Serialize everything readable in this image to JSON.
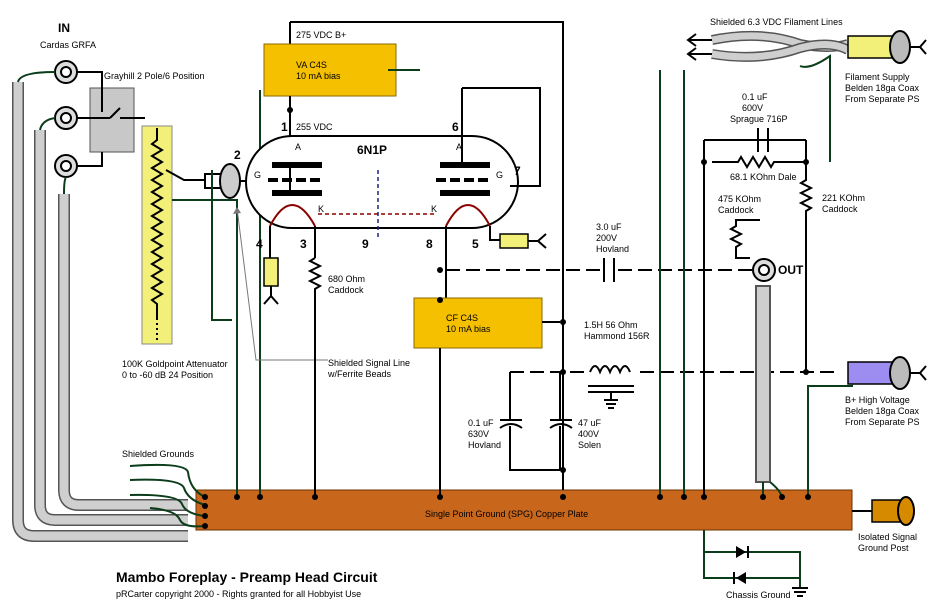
{
  "colors": {
    "plate": "#c8661c",
    "yellow": "#f5c000",
    "attenuator": "#f3f07a",
    "ground_wire": "#0b3d1a",
    "shield": "#c8c8c8"
  },
  "input": {
    "in": "IN",
    "cable": "Cardas GRFA",
    "switch": "Grayhill 2 Pole/6 Position"
  },
  "attenuator": {
    "line1": "100K Goldpoint Attenuator",
    "line2": "0 to -60 dB 24 Position"
  },
  "supply_top": {
    "bplus": "275 VDC B+",
    "block_l1": "VA C4S",
    "block_l2": "10 mA bias"
  },
  "tube": {
    "name": "6N1P",
    "vdc": "255 VDC",
    "anode_a": "A",
    "anode_b": "A",
    "grid_a": "G",
    "grid_b": "G",
    "cathode_a": "K",
    "cathode_b": "K",
    "pins": {
      "p1": "1",
      "p2": "2",
      "p3": "3",
      "p4": "4",
      "p5": "5",
      "p6": "6",
      "p7": "7",
      "p8": "8",
      "p9": "9"
    }
  },
  "resistors": {
    "r680_l1": "680 Ohm",
    "r680_l2": "Caddock",
    "r68k": "68.1 KOhm Dale",
    "r475_l1": "475 KOhm",
    "r475_l2": "Caddock",
    "r221_l1": "221 KOhm",
    "r221_l2": "Caddock"
  },
  "caps": {
    "c01_top_l1": "0.1 uF",
    "c01_top_l2": "600V",
    "c01_top_l3": "Sprague 716P",
    "c3_l1": "3.0 uF",
    "c3_l2": "200V",
    "c3_l3": "Hovland",
    "c01b_l1": "0.1 uF",
    "c01b_l2": "630V",
    "c01b_l3": "Hovland",
    "c47_l1": "47 uF",
    "c47_l2": "400V",
    "c47_l3": "Solen"
  },
  "cf_block": {
    "l1": "CF C4S",
    "l2": "10 mA bias"
  },
  "choke": {
    "l1": "1.5H 56 Ohm",
    "l2": "Hammond 156R"
  },
  "filament": {
    "lines": "Shielded 6.3 VDC Filament Lines",
    "s1": "Filament Supply",
    "s2": "Belden 18ga Coax",
    "s3": "From Separate PS"
  },
  "hv": {
    "s1": "B+ High Voltage",
    "s2": "Belden 18ga Coax",
    "s3": "From Separate PS"
  },
  "signal": {
    "l1": "Shielded Signal Line",
    "l2": "w/Ferrite Beads"
  },
  "out": "OUT",
  "grounds": {
    "shielded": "Shielded Grounds",
    "plate": "Single Point Ground (SPG) Copper Plate",
    "post_l1": "Isolated Signal",
    "post_l2": "Ground Post",
    "chassis": "Chassis Ground"
  },
  "footer": {
    "title": "Mambo Foreplay - Preamp Head Circuit",
    "copyright": "pRCarter copyright 2000 - Rights granted for all Hobbyist Use"
  }
}
